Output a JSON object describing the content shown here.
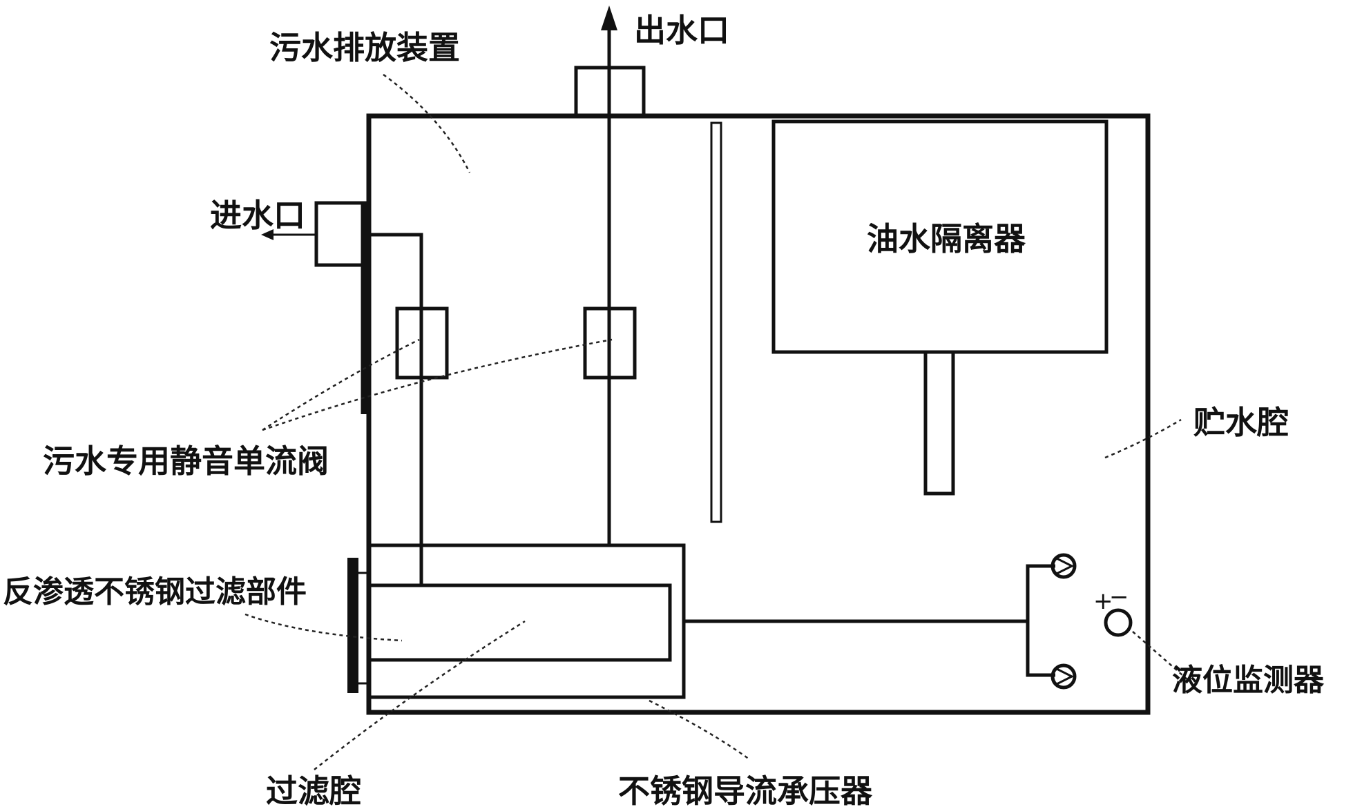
{
  "labels": {
    "sewage_device": "污水排放装置",
    "outlet": "出水口",
    "inlet": "进水口",
    "oil_water_separator": "油水隔离器",
    "water_storage_cavity": "贮水腔",
    "check_valve": "污水专用静音单流阀",
    "ro_filter": "反渗透不锈钢过滤部件",
    "level_monitor": "液位监测器",
    "filter_cavity": "过滤腔",
    "pressure_bearer": "不锈钢导流承压器"
  },
  "monitor_signs": {
    "plus": "+",
    "minus": "−"
  }
}
